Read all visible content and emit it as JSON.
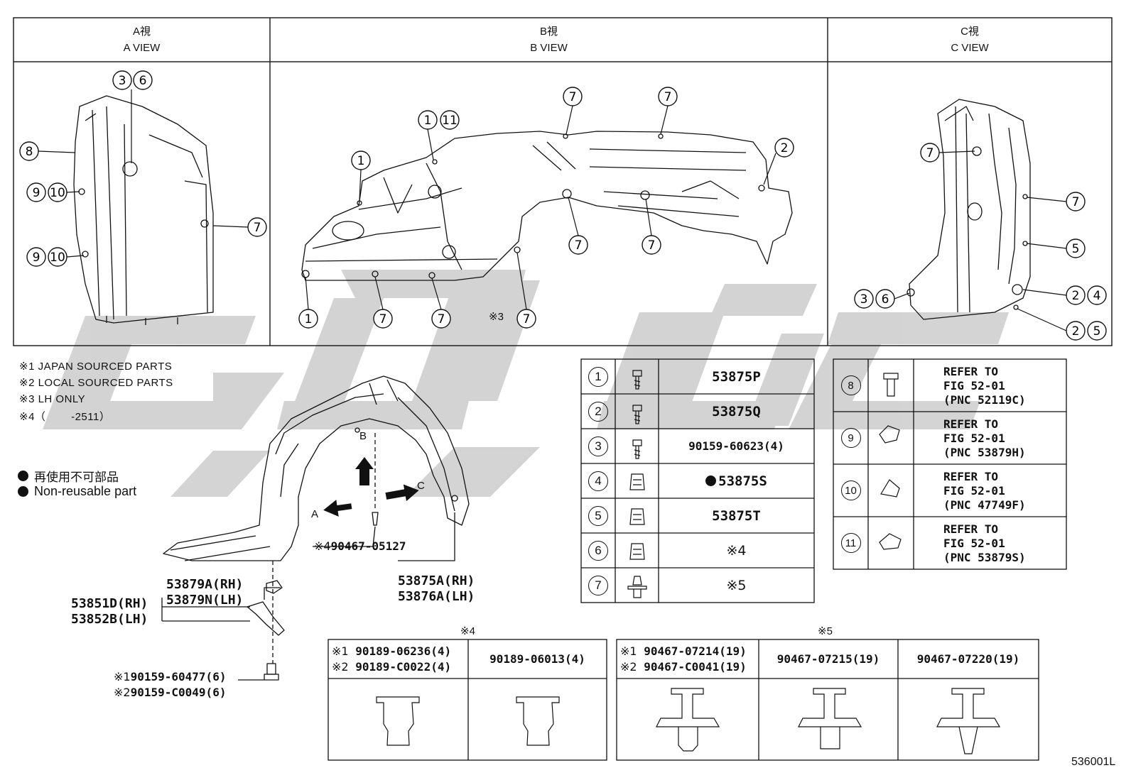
{
  "views": [
    {
      "jp": "A視",
      "en": "A VIEW"
    },
    {
      "jp": "B視",
      "en": "B VIEW"
    },
    {
      "jp": "C視",
      "en": "C VIEW"
    }
  ],
  "callouts": {
    "a_view": [
      "3",
      "6",
      "8",
      "9",
      "10",
      "9",
      "10",
      "7"
    ],
    "b_view": [
      "1",
      "11",
      "1",
      "7",
      "7",
      "2",
      "7",
      "7",
      "1",
      "7",
      "7",
      "7"
    ],
    "c_view": [
      "7",
      "7",
      "5",
      "3",
      "6",
      "2",
      "4",
      "2",
      "5"
    ]
  },
  "lh_only_marker": "※3",
  "notes": [
    "※1 JAPAN SOURCED PARTS",
    "※2 LOCAL SOURCED PARTS",
    "※3 LH ONLY",
    "※4（　　 -2511）"
  ],
  "legend": {
    "jp": "再使用不可部品",
    "en": "Non-reusable part"
  },
  "main_part_labels": {
    "arrow_b": "B",
    "arrow_a": "A",
    "arrow_c": "C",
    "clip_marker": "※4",
    "clip_pn": "90467-05127",
    "liner": [
      "53875A(RH)",
      "53876A(LH)"
    ],
    "bracket_a": [
      "53879A(RH)",
      "53879N(LH)"
    ],
    "bracket_b": [
      "53851D(RH)",
      "53852B(LH)"
    ],
    "bolt": [
      {
        "marker": "※1",
        "pn": "90159-60477(6)"
      },
      {
        "marker": "※2",
        "pn": "90159-C0049(6)"
      }
    ]
  },
  "parts_table": [
    {
      "no": "1",
      "part": "53875P",
      "nonreusable": false
    },
    {
      "no": "2",
      "part": "53875Q",
      "nonreusable": false
    },
    {
      "no": "3",
      "part": "90159-60623(4)",
      "nonreusable": false
    },
    {
      "no": "4",
      "part": "53875S",
      "nonreusable": true
    },
    {
      "no": "5",
      "part": "53875T",
      "nonreusable": false
    },
    {
      "no": "6",
      "part": "※4",
      "nonreusable": false
    },
    {
      "no": "7",
      "part": "※5",
      "nonreusable": false
    }
  ],
  "refer_table": [
    {
      "no": "8",
      "lines": [
        "REFER TO",
        "FIG 52-01",
        "(PNC 52119C)"
      ]
    },
    {
      "no": "9",
      "lines": [
        "REFER TO",
        "FIG 52-01",
        "(PNC 53879H)"
      ]
    },
    {
      "no": "10",
      "lines": [
        "REFER TO",
        "FIG 52-01",
        "(PNC 47749F)"
      ]
    },
    {
      "no": "11",
      "lines": [
        "REFER TO",
        "FIG 52-01",
        "(PNC 53879S)"
      ]
    }
  ],
  "table4": {
    "title": "※4",
    "col1": [
      {
        "marker": "※1",
        "pn": "90189-06236(4)"
      },
      {
        "marker": "※2",
        "pn": "90189-C0022(4)"
      }
    ],
    "col2": "90189-06013(4)"
  },
  "table5": {
    "title": "※5",
    "col1": [
      {
        "marker": "※1",
        "pn": "90467-07214(19)"
      },
      {
        "marker": "※2",
        "pn": "90467-C0041(19)"
      }
    ],
    "col2": "90467-07215(19)",
    "col3": "90467-07220(19)"
  },
  "figure_id": "536001L"
}
